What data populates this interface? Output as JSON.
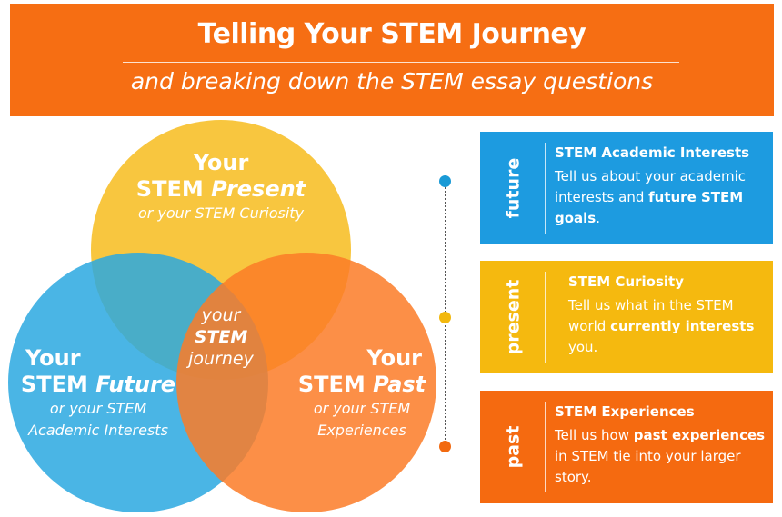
{
  "header": {
    "title": "Telling Your STEM Journey",
    "subtitle": "and breaking down the STEM essay questions"
  },
  "venn": {
    "present": {
      "line1": "Your",
      "line2a": "STEM ",
      "line2b": "Present",
      "sub": "or your STEM Curiosity",
      "color": "#f7c02a"
    },
    "future": {
      "line1": "Your",
      "line2a": "STEM ",
      "line2b": "Future",
      "sub1": "or your STEM",
      "sub2": "Academic Interests",
      "color": "#2aa8e0"
    },
    "past": {
      "line1": "Your",
      "line2a": "STEM ",
      "line2b": "Past",
      "sub1": "or your STEM",
      "sub2": "Experiences",
      "color": "#fb7b27"
    },
    "center": {
      "line1": "your",
      "line2": "STEM",
      "line3": "journey"
    }
  },
  "timeline": {
    "dots": [
      {
        "name": "future",
        "color": "#1a9ad6"
      },
      {
        "name": "present",
        "color": "#f2b80e"
      },
      {
        "name": "past",
        "color": "#f26a10"
      }
    ]
  },
  "cards": [
    {
      "label": "future",
      "heading": "STEM Academic Interests",
      "body_parts": [
        "Tell us about your academic interests and ",
        "future STEM goals",
        "."
      ],
      "color": "#1d9be0"
    },
    {
      "label": "present",
      "heading": "STEM Curiosity",
      "body_parts": [
        "Tell us what in the STEM world ",
        "currently interests",
        " you."
      ],
      "color": "#f5b90f"
    },
    {
      "label": "past",
      "heading": "STEM Experiences",
      "body_parts": [
        "Tell us how ",
        "past experiences",
        " in STEM tie into your larger story."
      ],
      "color": "#f56a10"
    }
  ]
}
